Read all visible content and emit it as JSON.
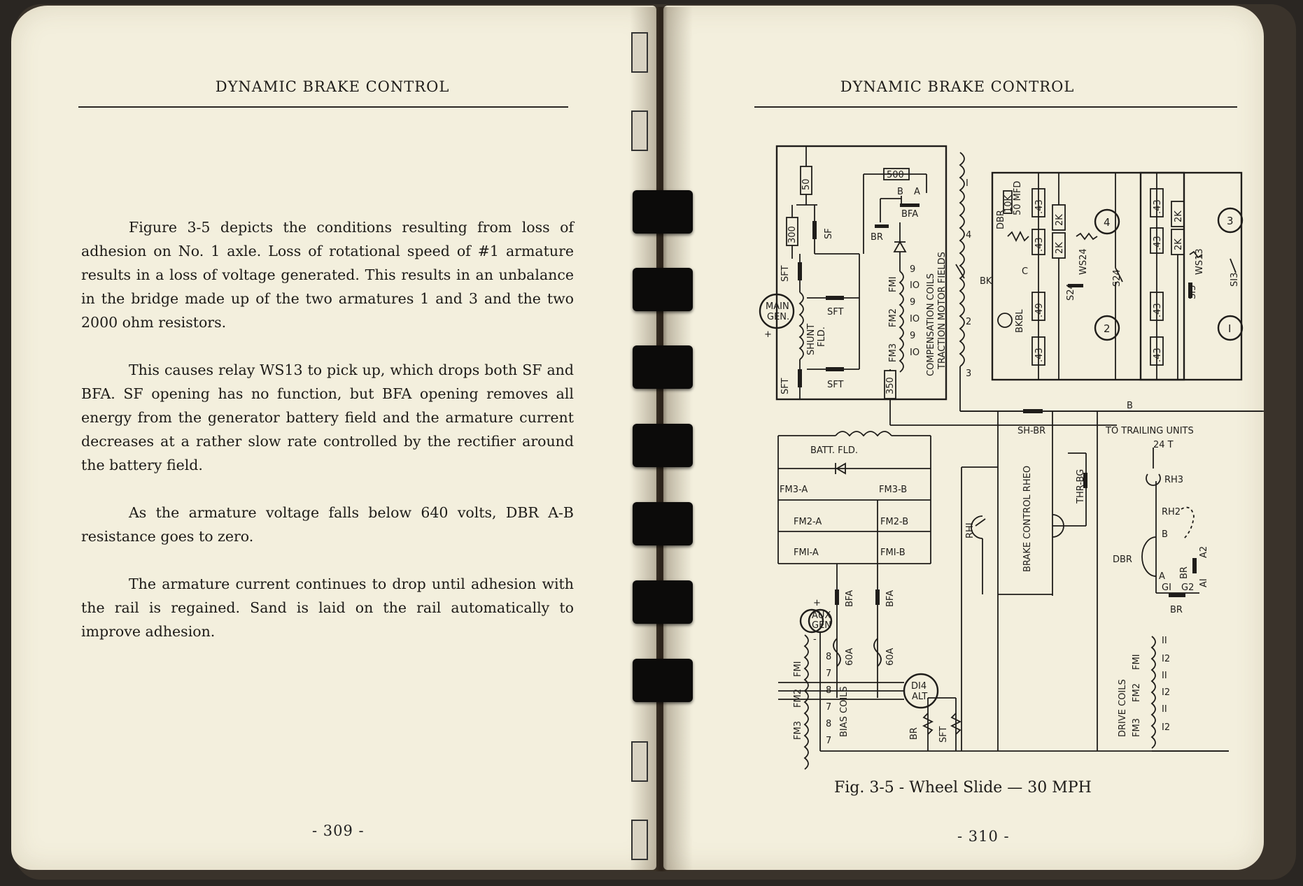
{
  "left_page": {
    "header": "DYNAMIC BRAKE CONTROL",
    "paragraphs": [
      "Figure 3-5 depicts the conditions resulting from loss of adhesion on No. 1 axle.  Loss of rotational speed of #1 armature results in a loss of voltage generated.  This results in an unbalance in the bridge made up of the two armatures 1 and 3 and the two 2000 ohm resistors.",
      "This causes relay WS13 to pick up, which drops both SF and BFA.  SF opening has no function, but BFA opening removes all energy from the generator battery field and the armature current decreases at a rather slow rate controlled by the rectifier around the battery field.",
      "As the armature voltage falls below 640 volts, DBR A-B resistance goes to zero.",
      "The armature current continues to drop until adhesion with the rail is regained.  Sand is laid on the rail automatically to improve adhesion."
    ],
    "page_number": "- 309 -"
  },
  "right_page": {
    "header": "DYNAMIC BRAKE CONTROL",
    "figure_caption": "Fig. 3-5  -  Wheel Slide  —  30 MPH",
    "page_number": "- 310 -",
    "labels": {
      "r50": "50",
      "r500": "500",
      "r300": "300",
      "r350": "350",
      "sf": "SF",
      "sft_top": "SFT",
      "sft_mid": "SFT",
      "sft_bot_l": "SFT",
      "sft_bot": "SFT",
      "br": "BR",
      "bfa_top": "BFA",
      "b": "B",
      "a": "A",
      "main_gen": "MAIN",
      "main_gen2": "GEN.",
      "plus": "+",
      "shunt_fld": "SHUNT",
      "shunt_fld2": "FLD.",
      "fm1": "FMI",
      "fm2": "FM2",
      "fm3": "FM3",
      "c9a": "9",
      "c10a": "IO",
      "c9b": "9",
      "c10b": "IO",
      "c9c": "9",
      "c10c": "IO",
      "comp_coils": "COMPENSATION COILS",
      "traction": "TRACTION MOTOR FIELDS",
      "tm1": "I",
      "tm4": "4",
      "tm2": "2",
      "tm3": "3",
      "bk": "BK",
      "dbr": "DBR",
      "r10k": "10K",
      "c50": "50 MFD",
      "bkbl": "BKBL",
      "cc": "C",
      "r43a": ".43",
      "r43b": ".43",
      "r43c": ".43",
      "r49": ".49",
      "r2ka": "2K",
      "r2kb": "2K",
      "r2kc": "2K",
      "r2kd": "2K",
      "ws24": "WS24",
      "s24a": "S24",
      "s24b": "S24",
      "r43d": ".43",
      "r43e": ".43",
      "r43f": ".43",
      "r43g": ".43",
      "ws13": "WS13",
      "s13a": "SI3",
      "s13b": "SI3",
      "arm4": "4",
      "arm2": "2",
      "arm3": "3",
      "arm1": "I",
      "bus_b": "B",
      "sh_br": "SH-BR",
      "trailing": "TO TRAILING UNITS",
      "t24": "24 T",
      "batt_fld": "BATT. FLD.",
      "fm3a": "FM3-A",
      "fm3b": "FM3-B",
      "fm2a": "FM2-A",
      "fm2b": "FM2-B",
      "fm1a": "FMI-A",
      "fm1b": "FMI-B",
      "bfa_l": "BFA",
      "bfa_r": "BFA",
      "f60a_l": "60A",
      "f60a_r": "60A",
      "d14": "DI4",
      "alt": "ALT.",
      "rh1": "RHI",
      "brake_rheo": "BRAKE CONTROL RHEO",
      "thr_bg": "THR-BG",
      "rh3": "RH3",
      "rh2": "RH2",
      "dbr2": "DBR",
      "b2": "B",
      "a2": "A2",
      "a1": "AI",
      "g1": "GI",
      "g2": "G2",
      "br_r": "BR",
      "br_bot": "BR",
      "a3": "A",
      "aux": "AUX",
      "aux2": "GEN",
      "minus": "-",
      "plus2": "+",
      "bias": "BIAS COILS",
      "fm1b2": "FMI",
      "fm2b2": "FM2",
      "fm3b2": "FM3",
      "n8a": "8",
      "n7a": "7",
      "n8b": "8",
      "n7b": "7",
      "n8c": "8",
      "n7c": "7",
      "drive": "DRIVE COILS",
      "fm1d": "FMI",
      "fm2d": "FM2",
      "fm3d": "FM3",
      "n11a": "II",
      "n12a": "I2",
      "n11b": "II",
      "n12b": "I2",
      "n11c": "II",
      "n12c": "I2",
      "br_bot2": "BR",
      "sft_bot2": "SFT"
    }
  }
}
